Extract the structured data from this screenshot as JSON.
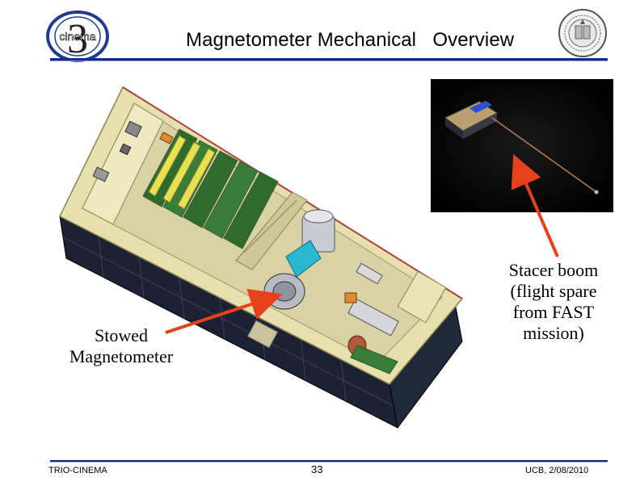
{
  "header": {
    "title": "Magnetometer Mechanical   Overview",
    "logo_text": "cinema",
    "logo_numeral": "3"
  },
  "labels": {
    "stowed": "Stowed\nMagnetometer",
    "stacer": "Stacer boom\n(flight spare\nfrom FAST\nmission)"
  },
  "footer": {
    "left": "TRIO-CINEMA",
    "center": "33",
    "right": "UCB, 2/08/2010"
  },
  "colors": {
    "rule": "#1a2a8a",
    "arrow": "#e8401c",
    "panel_dark": "#1c2233",
    "frame_tan": "#e6dfae"
  }
}
